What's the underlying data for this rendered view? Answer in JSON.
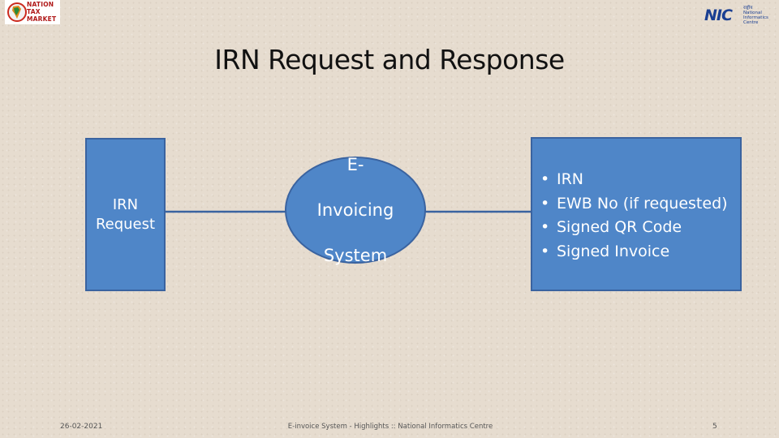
{
  "logos": {
    "left_text": [
      "NATION",
      "TAX",
      "MARKET"
    ],
    "right_mark": "NIC",
    "right_small": [
      "राष्ट्रीय",
      "National",
      "Informatics",
      "Centre"
    ]
  },
  "title": "IRN Request and Response",
  "diagram": {
    "request_box": {
      "lines": [
        "IRN",
        "Request"
      ]
    },
    "system_node": {
      "lines": [
        "E-",
        "Invoicing",
        "System"
      ]
    },
    "output_box": {
      "items": [
        "IRN",
        "EWB No (if requested)",
        "Signed QR Code",
        "Signed Invoice"
      ]
    },
    "colors": {
      "fill": "#4f86c8",
      "border": "#3a63a0",
      "text": "#ffffff"
    }
  },
  "footer": {
    "date": "26-02-2021",
    "center": "E-invoice System - Highlights :: National Informatics Centre",
    "page": "5"
  }
}
